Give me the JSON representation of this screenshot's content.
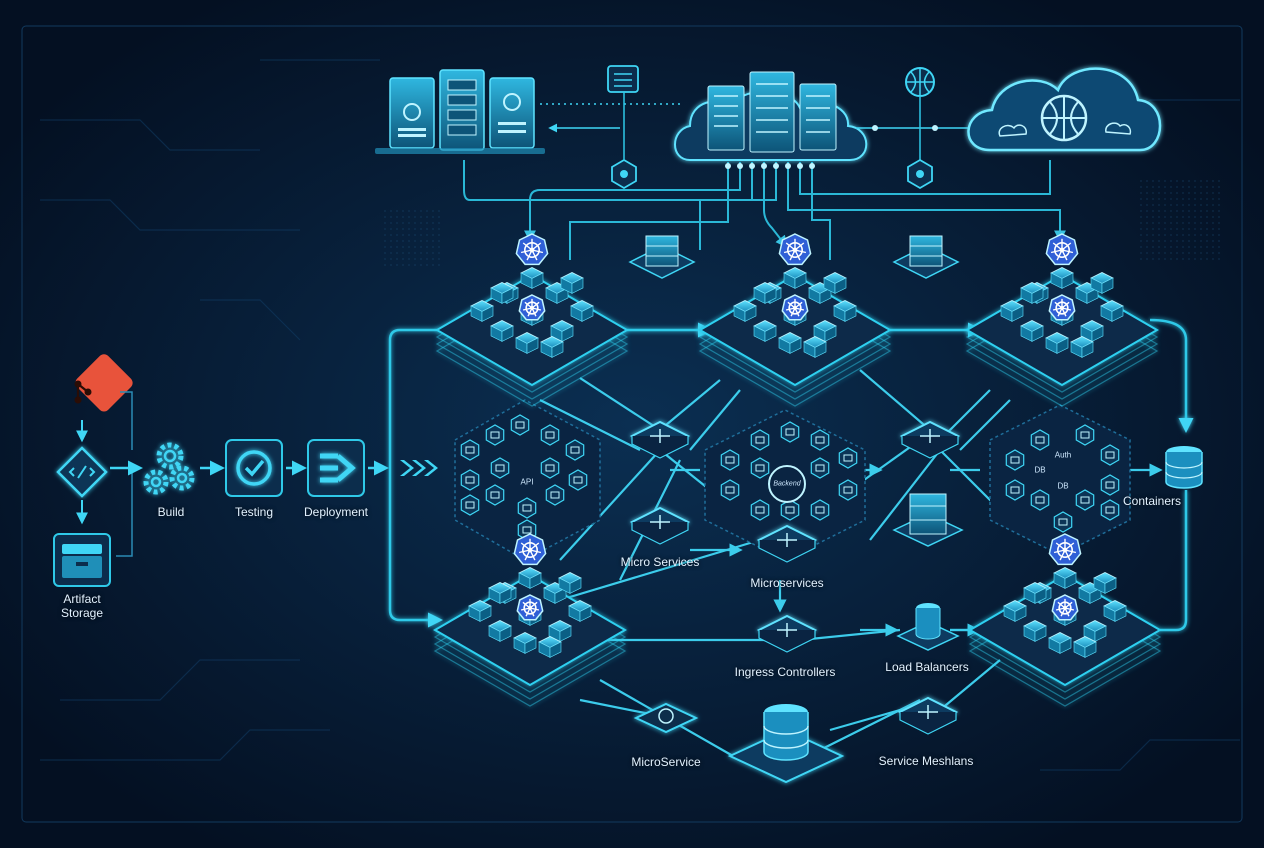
{
  "pipeline": {
    "build": "Build",
    "testing": "Testing",
    "deployment": "Deployment",
    "artifact_storage_line1": "Artifact",
    "artifact_storage_line2": "Storage"
  },
  "labels": {
    "micro_services": "Micro Services",
    "microservices": "Microservices",
    "ingress_controllers": "Ingress Controllers",
    "load_balancers": "Load Balancers",
    "containers": "Containers",
    "microservice": "MicroService",
    "service_meshlans": "Service Meshlans"
  },
  "hex_tags": {
    "db1": "DB",
    "db2": "DB",
    "auth": "Auth",
    "api": "API",
    "backend": "Backend"
  },
  "colors": {
    "background": "#06152a",
    "glow": "#22d3ee",
    "line": "#2fc9e8",
    "k8s": "#2f5fd6",
    "git": "#e8533b",
    "cube": "#1f8fb8"
  },
  "icons": [
    "git-icon",
    "code-icon",
    "gears-icon",
    "check-icon",
    "deploy-icon",
    "box-icon",
    "server-icon",
    "cloud-icon",
    "globe-icon",
    "kubernetes-icon",
    "database-icon"
  ]
}
